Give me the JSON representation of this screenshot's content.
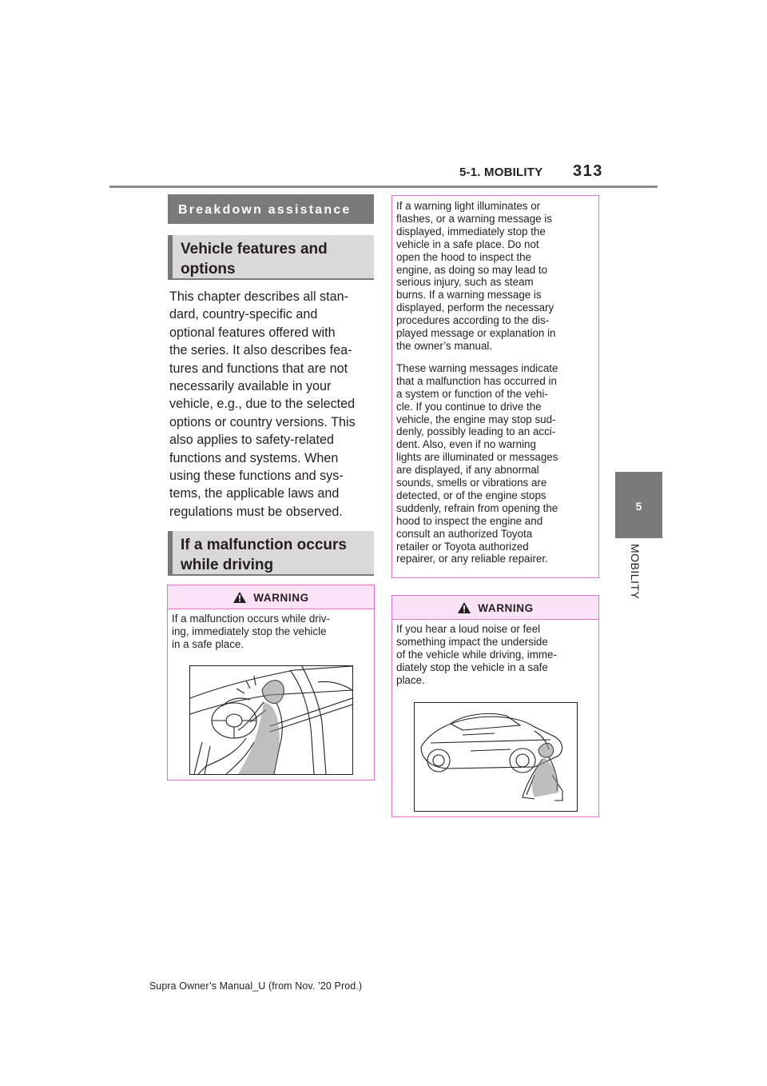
{
  "header": {
    "section": "5-1. MOBILITY",
    "page_number": "313"
  },
  "side_tab": {
    "chapter_number": "5",
    "chapter_label": "MOBILITY"
  },
  "left_column": {
    "title_bar": "Breakdown assistance",
    "subheading_1": "Vehicle features and options",
    "body": "This chapter describes all standard, country-specific and optional features offered with the series. It also describes features and functions that are not necessarily available in your vehicle, e.g., due to the selected options or country versions. This also applies to safety-related functions and systems. When using these functions and systems, the applicable laws and regulations must be observed.",
    "body_lines": [
      "This chapter describes all stan-",
      "dard, country-specific and",
      "optional features offered with",
      "the series. It also describes fea-",
      "tures and functions that are not",
      "necessarily available in your",
      "vehicle, e.g., due to the selected",
      "options or country versions. This",
      "also applies to safety-related",
      "functions and systems. When",
      "using these functions and sys-",
      "tems, the applicable laws and",
      "regulations must be observed."
    ],
    "subheading_2": "If a malfunction occurs while driving",
    "warning": {
      "label": "WARNING",
      "lines": [
        "If a malfunction occurs while driv-",
        "ing, immediately stop the vehicle",
        "in a safe place."
      ]
    }
  },
  "right_column": {
    "note_para_1_lines": [
      "If a warning light illuminates or",
      "flashes, or a warning message is",
      "displayed, immediately stop the",
      "vehicle in a safe place. Do not",
      "open the hood to inspect the",
      "engine, as doing so may lead to",
      "serious injury, such as steam",
      "burns. If a warning message is",
      "displayed, perform the necessary",
      "procedures according to the dis-",
      "played message or explanation in",
      "the owner’s manual."
    ],
    "note_para_2_lines": [
      "These warning messages indicate",
      "that a malfunction has occurred in",
      "a system or function of the vehi-",
      "cle. If you continue to drive the",
      "vehicle, the engine may stop sud-",
      "denly, possibly leading to an acci-",
      "dent. Also, even if no warning",
      "lights are illuminated or messages",
      "are displayed, if any abnormal",
      "sounds, smells or vibrations are",
      "detected, or of the engine stops",
      "suddenly, refrain from opening the",
      "hood to inspect the engine and",
      "consult an authorized Toyota",
      "retailer or Toyota authorized",
      "repairer, or any reliable repairer."
    ],
    "warning": {
      "label": "WARNING",
      "lines": [
        "If you hear a loud noise or feel",
        "something impact the underside",
        "of the vehicle while driving, imme-",
        "diately stop the vehicle in a safe",
        "place."
      ]
    }
  },
  "footer": "Supra Owner’s Manual_U (from Nov. ’20 Prod.)",
  "colors": {
    "section_gray": "#7a7a7a",
    "subhead_bg": "#d9d9d9",
    "warning_border": "#e26fd1",
    "warning_bg": "#fbe3f7"
  }
}
